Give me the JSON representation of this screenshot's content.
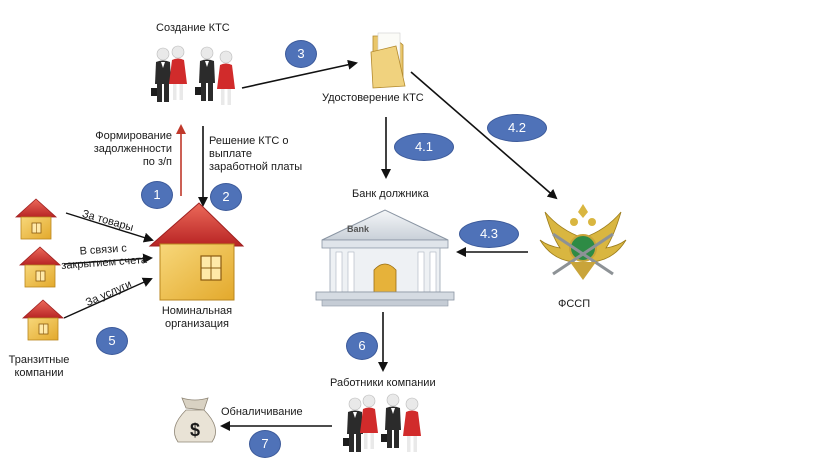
{
  "nodes": {
    "kts_creation": "Создание КТС",
    "kts_certificate": "Удостоверение КТС",
    "debtor_bank": "Банк должника",
    "bank_sign": "Bank",
    "fssp": "ФССП",
    "nominal_org": "Номинальная\nорганизация",
    "transit": "Транзитные\nкомпании",
    "workers": "Работники компании",
    "cashout": "Обналичивание"
  },
  "edge_labels": {
    "debt_formation": "Формирование\nзадолженности\nпо з/п",
    "kts_decision": "Решение КТС о\nвыплате\nзаработной платы",
    "for_goods": "За товары",
    "closing_account": "В связи с\nзакрытием счета",
    "for_services": "За услуги"
  },
  "steps": {
    "s1": "1",
    "s2": "2",
    "s3": "3",
    "s41": "4.1",
    "s42": "4.2",
    "s43": "4.3",
    "s5": "5",
    "s6": "6",
    "s7": "7"
  },
  "cash_symbol": "$",
  "colors": {
    "badge": "#4f72b8",
    "arrow": "#111111",
    "arrow_red": "#c0392b",
    "roof": "#d73a3a",
    "wall": "#f2c44e"
  }
}
